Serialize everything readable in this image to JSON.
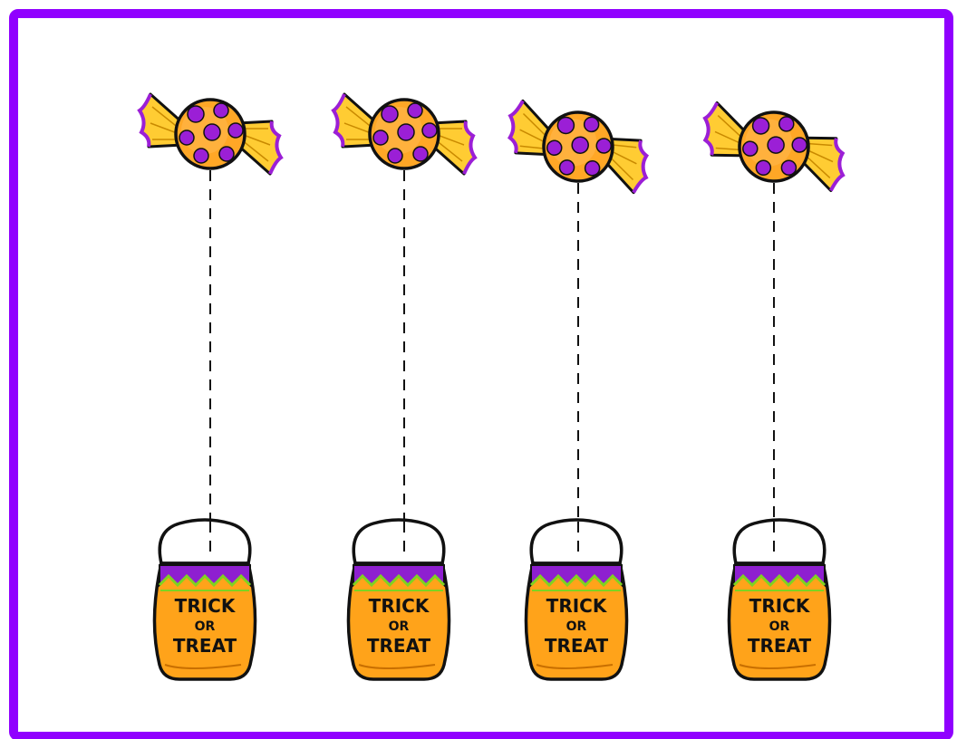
{
  "colors": {
    "frame": "#9000ff",
    "candy_orange": "#ffa726",
    "candy_yellow": "#ffcc33",
    "candy_dot": "#9b1fd6",
    "bag_orange": "#ffa31a",
    "bag_zigzag": "#8e1fd0",
    "bag_stripe": "#7ed321",
    "outline": "#111111"
  },
  "icons": {
    "candy": "wrapped-candy-icon",
    "bag": "trick-or-treat-bag-icon"
  },
  "tracing_lines": [
    {
      "candy": "candy-1",
      "bag": "bag-1",
      "bag_label": [
        "TRICK",
        "OR",
        "TREAT"
      ]
    },
    {
      "candy": "candy-2",
      "bag": "bag-2",
      "bag_label": [
        "TRICK",
        "OR",
        "TREAT"
      ]
    },
    {
      "candy": "candy-3",
      "bag": "bag-3",
      "bag_label": [
        "TRICK",
        "OR",
        "TREAT"
      ]
    },
    {
      "candy": "candy-4",
      "bag": "bag-4",
      "bag_label": [
        "TRICK",
        "OR",
        "TREAT"
      ]
    }
  ]
}
